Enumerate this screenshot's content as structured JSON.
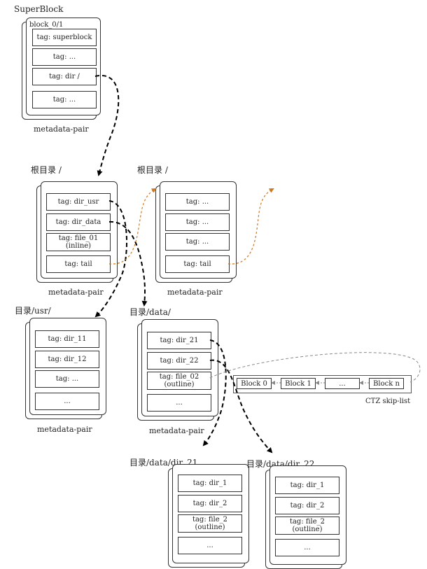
{
  "superblock": {
    "title": "SuperBlock",
    "block_label": "block_0/1",
    "cells": [
      "tag: superblock",
      "tag: ...",
      "tag: dir /",
      "tag: ..."
    ],
    "caption": "metadata-pair"
  },
  "root_a": {
    "title": "根目录 /",
    "cells": [
      "tag: dir_usr",
      "tag: dir_data",
      "tag: file_01\n(inline)",
      "tag: tail"
    ],
    "caption": "metadata-pair"
  },
  "root_b": {
    "title": "根目录 /",
    "cells": [
      "tag: ...",
      "tag: ...",
      "tag: ...",
      "tag: tail"
    ],
    "caption": "metadata-pair"
  },
  "usr": {
    "title": "目录/usr/",
    "cells": [
      "tag: dir_11",
      "tag: dir_12",
      "tag: ...",
      "..."
    ],
    "caption": "metadata-pair"
  },
  "data": {
    "title": "目录/data/",
    "cells": [
      "tag: dir_21",
      "tag: dir_22",
      "tag: file_02\n(outline)",
      "..."
    ],
    "caption": "metadata-pair"
  },
  "dir21": {
    "title": "目录/data/dir_21",
    "cells": [
      "tag: dir_1",
      "tag: dir_2",
      "tag: file_2\n(outline)",
      "..."
    ]
  },
  "dir22": {
    "title": "目录/data/dir_22",
    "cells": [
      "tag: dir_1",
      "tag: dir_2",
      "tag: file_2\n(outline)",
      "..."
    ]
  },
  "ctz": {
    "blocks": [
      "Block 0",
      "Block 1",
      "...",
      "Block n"
    ],
    "caption": "CTZ skip-list"
  },
  "colors": {
    "line": "#000000",
    "tail_arrow": "#d0761c",
    "skip_arrow": "#888888"
  }
}
